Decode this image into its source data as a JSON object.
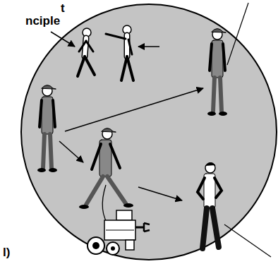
{
  "diagram": {
    "labels": [
      "t",
      "nciple",
      "l)"
    ]
  }
}
